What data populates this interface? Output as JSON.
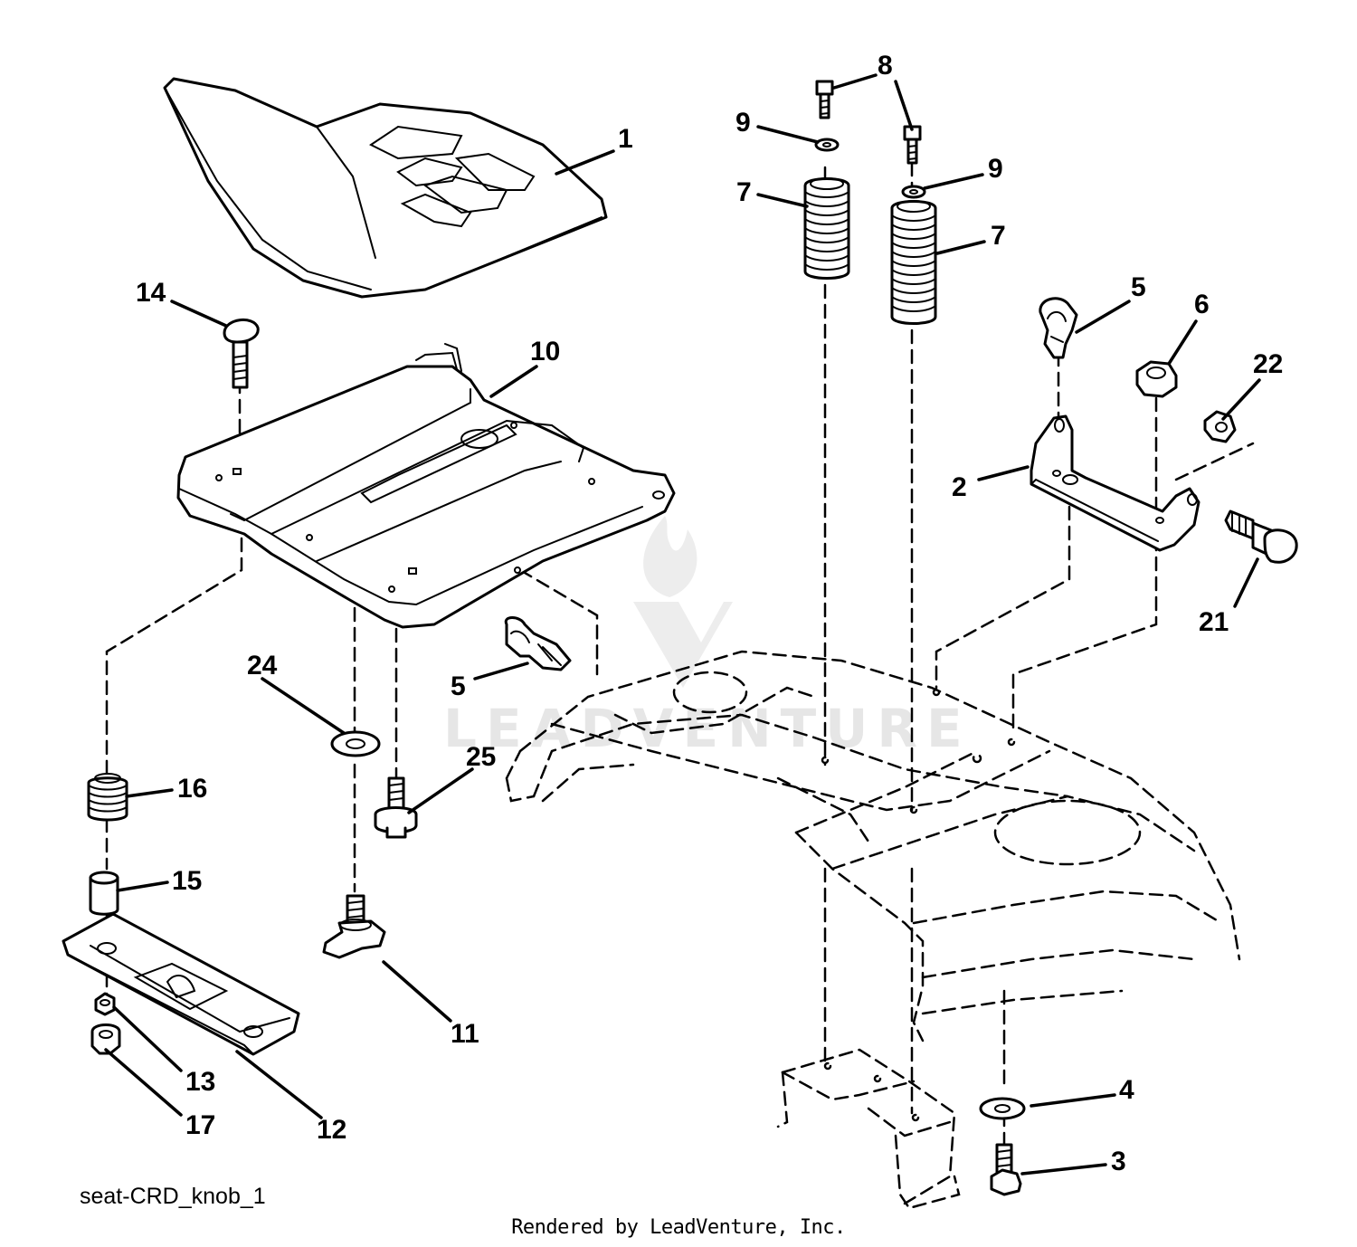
{
  "diagram": {
    "caption": "seat-CRD_knob_1",
    "credit": "Rendered by LeadVenture, Inc.",
    "watermark": "LEADVENTURE",
    "callouts": [
      {
        "id": "c1",
        "label": "1"
      },
      {
        "id": "c2",
        "label": "2"
      },
      {
        "id": "c3",
        "label": "3"
      },
      {
        "id": "c4",
        "label": "4"
      },
      {
        "id": "c5a",
        "label": "5"
      },
      {
        "id": "c5b",
        "label": "5"
      },
      {
        "id": "c6",
        "label": "6"
      },
      {
        "id": "c7a",
        "label": "7"
      },
      {
        "id": "c7b",
        "label": "7"
      },
      {
        "id": "c8",
        "label": "8"
      },
      {
        "id": "c9a",
        "label": "9"
      },
      {
        "id": "c9b",
        "label": "9"
      },
      {
        "id": "c10",
        "label": "10"
      },
      {
        "id": "c11",
        "label": "11"
      },
      {
        "id": "c12",
        "label": "12"
      },
      {
        "id": "c13",
        "label": "13"
      },
      {
        "id": "c14",
        "label": "14"
      },
      {
        "id": "c15",
        "label": "15"
      },
      {
        "id": "c16",
        "label": "16"
      },
      {
        "id": "c17",
        "label": "17"
      },
      {
        "id": "c21",
        "label": "21"
      },
      {
        "id": "c22",
        "label": "22"
      },
      {
        "id": "c24",
        "label": "24"
      },
      {
        "id": "c25",
        "label": "25"
      }
    ]
  }
}
